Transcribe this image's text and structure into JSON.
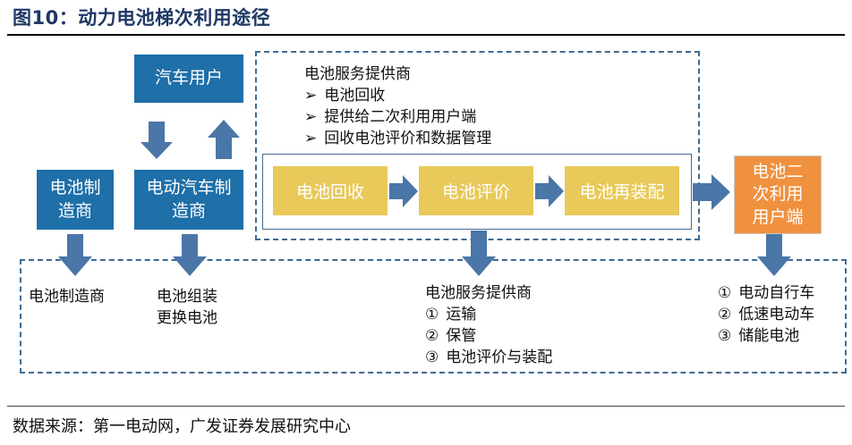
{
  "title": "图10：动力电池梯次利用途径",
  "source": "数据来源：第一电动网，广发证券发展研究中心",
  "colors": {
    "blue": "#1f6fa8",
    "yellow": "#e8c95a",
    "orange": "#f0913f",
    "arrow": "#4a76a8",
    "dash": "#3f6b91"
  },
  "boxes": {
    "car_user": "汽车用户",
    "battery_maker": [
      "电池制",
      "造商"
    ],
    "ev_maker": [
      "电动汽车制",
      "造商"
    ],
    "recycle": "电池回收",
    "evaluate": "电池评价",
    "reassemble": "电池再装配",
    "secondary_user": [
      "电池二",
      "次利用",
      "用户端"
    ]
  },
  "provider_top": {
    "heading": "电池服务提供商",
    "bullet": "➢",
    "items": [
      "电池回收",
      "提供给二次利用用户端",
      "回收电池评价和数据管理"
    ]
  },
  "bottom": {
    "battery_maker_label": "电池制造商",
    "ev_maker_lines": [
      "电池组装",
      "更换电池"
    ],
    "provider_heading": "电池服务提供商",
    "provider_items": [
      {
        "num": "①",
        "text": "运输"
      },
      {
        "num": "②",
        "text": "保管"
      },
      {
        "num": "③",
        "text": "电池评价与装配"
      }
    ],
    "user_items": [
      {
        "num": "①",
        "text": "电动自行车"
      },
      {
        "num": "②",
        "text": "低速电动车"
      },
      {
        "num": "③",
        "text": "储能电池"
      }
    ]
  }
}
